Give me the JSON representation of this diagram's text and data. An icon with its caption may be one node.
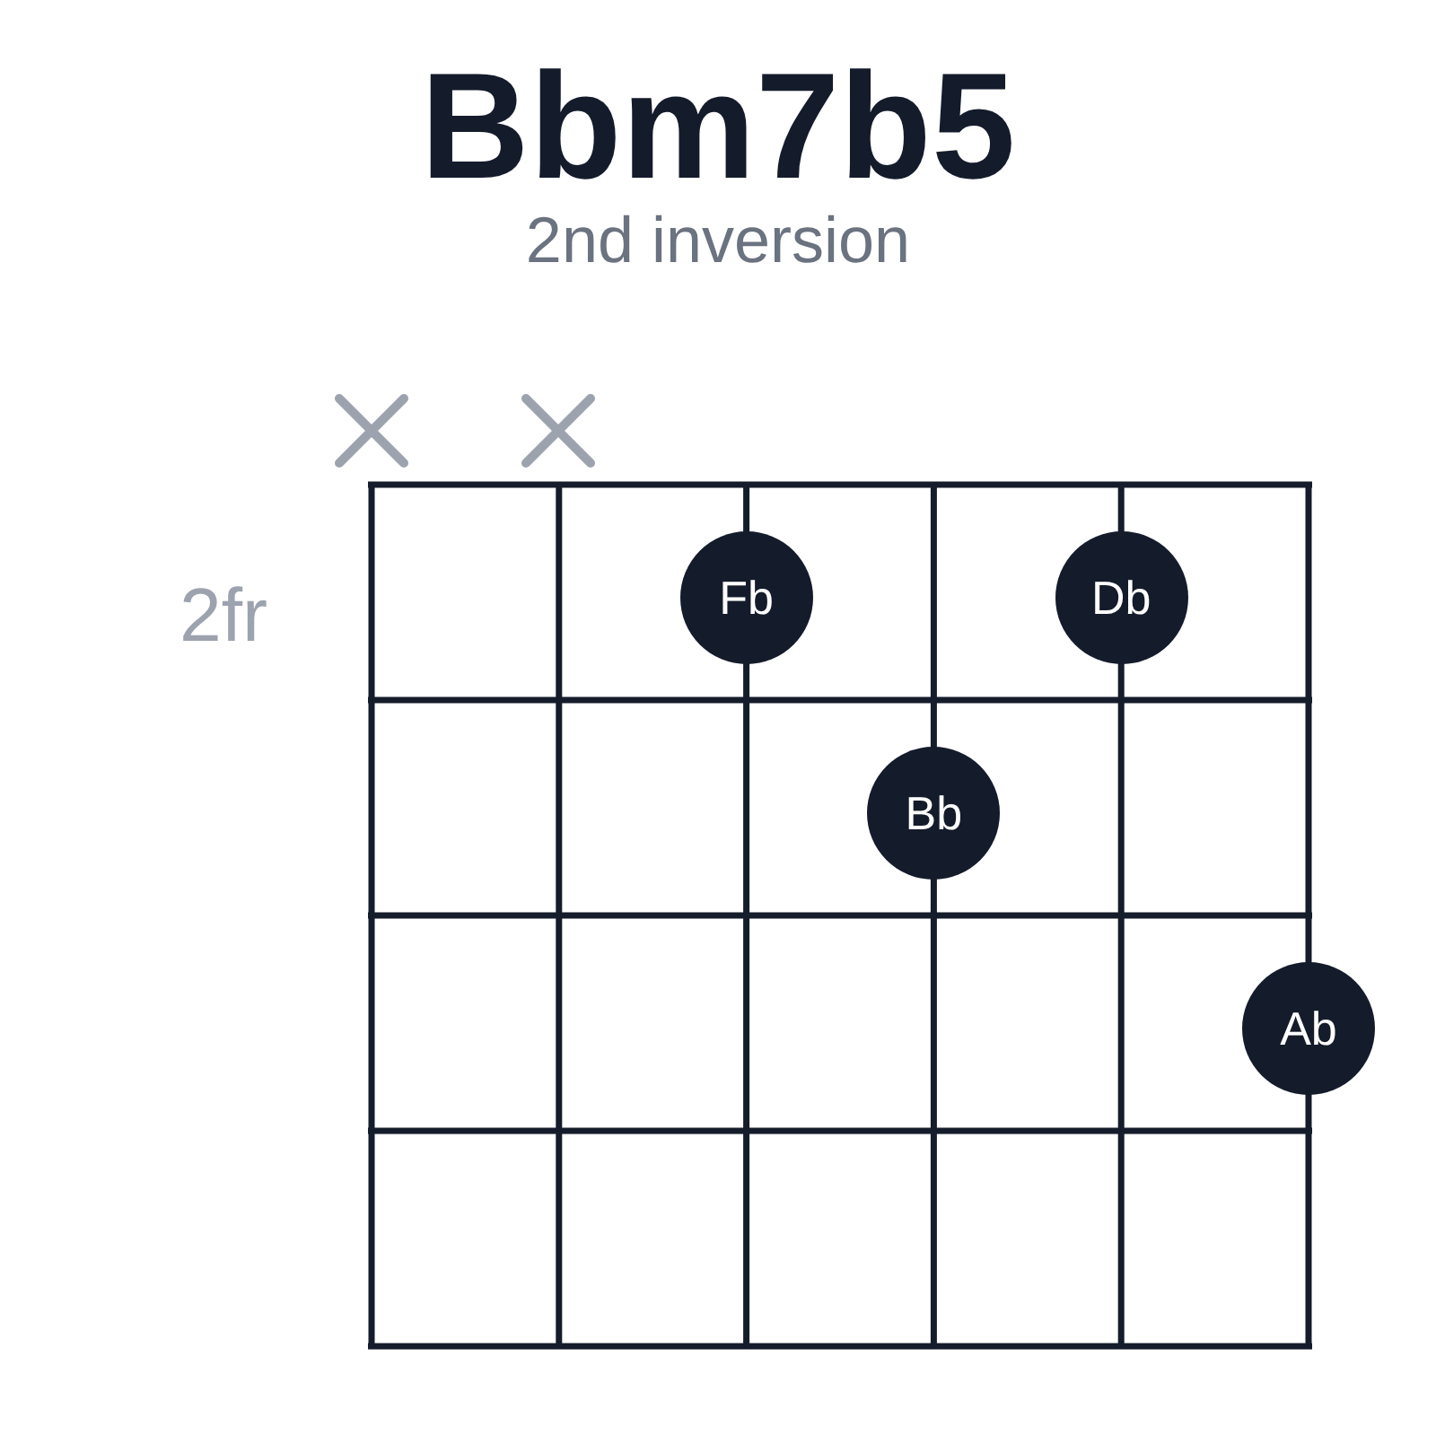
{
  "diagram": {
    "title": "Bbm7b5",
    "nodes": [
      {
        "text": [
          "Fb"
        ]
      },
      {
        "text": [
          "Db"
        ]
      },
      {
        "text": [
          "Bb"
        ]
      },
      {
        "text": [
          "Ab"
        ]
      }
    ],
    "labels": [
      "2nd inversion",
      "2fr"
    ]
  }
}
